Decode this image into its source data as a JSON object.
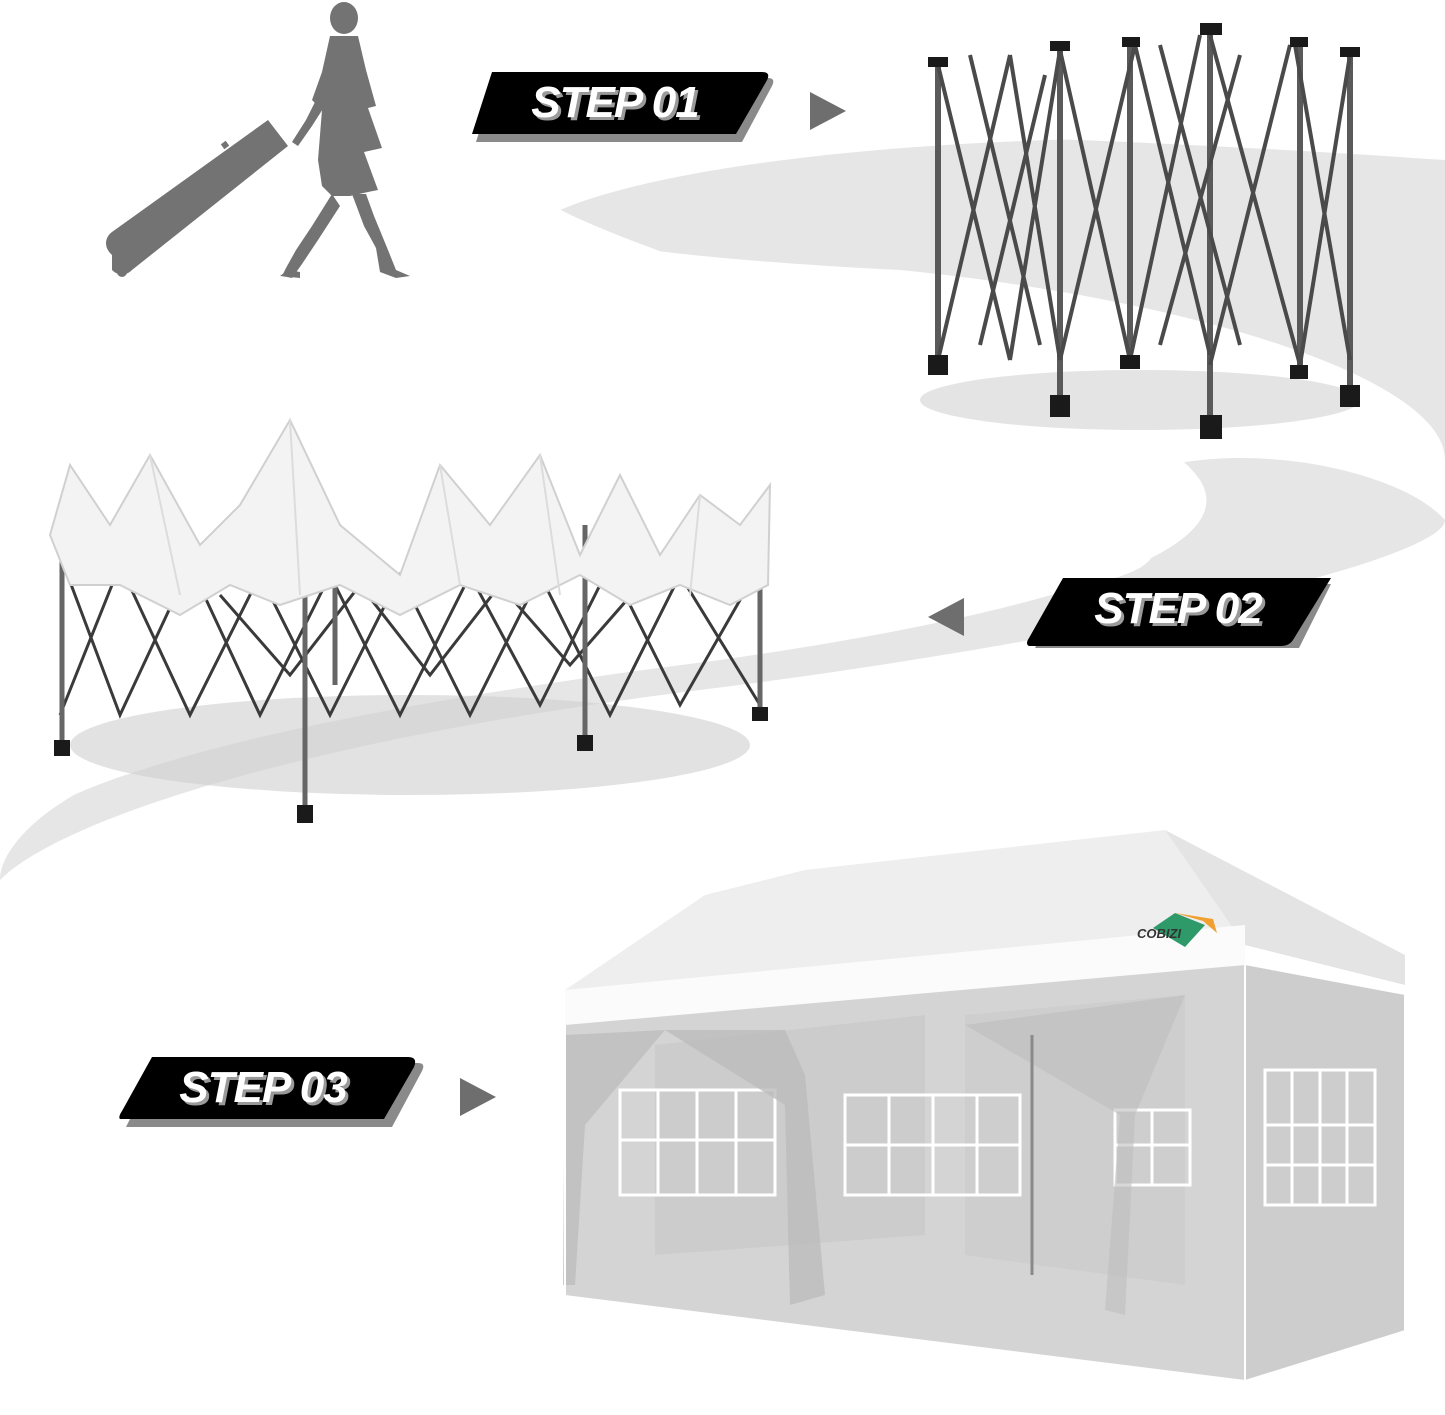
{
  "infographic": {
    "brand": "COBIZI",
    "colors": {
      "background": "#ffffff",
      "path_band": "#e6e6e6",
      "badge_fill": "#000000",
      "badge_shadow": "#8a8a8a",
      "badge_text": "#ffffff",
      "arrow": "#6e6e6e",
      "silhouette": "#737373",
      "logo_green": "#2e9a6a",
      "logo_orange": "#f0a030"
    },
    "steps": [
      {
        "label": "STEP 01",
        "arrow_direction": "right",
        "illustration": "folded-frame"
      },
      {
        "label": "STEP 02",
        "arrow_direction": "left",
        "illustration": "half-open-canopy"
      },
      {
        "label": "STEP 03",
        "arrow_direction": "right",
        "illustration": "assembled-tent"
      }
    ],
    "intro_illustration": "woman-pulling-rolling-bag",
    "tent_logo_text": "COBIZI"
  }
}
